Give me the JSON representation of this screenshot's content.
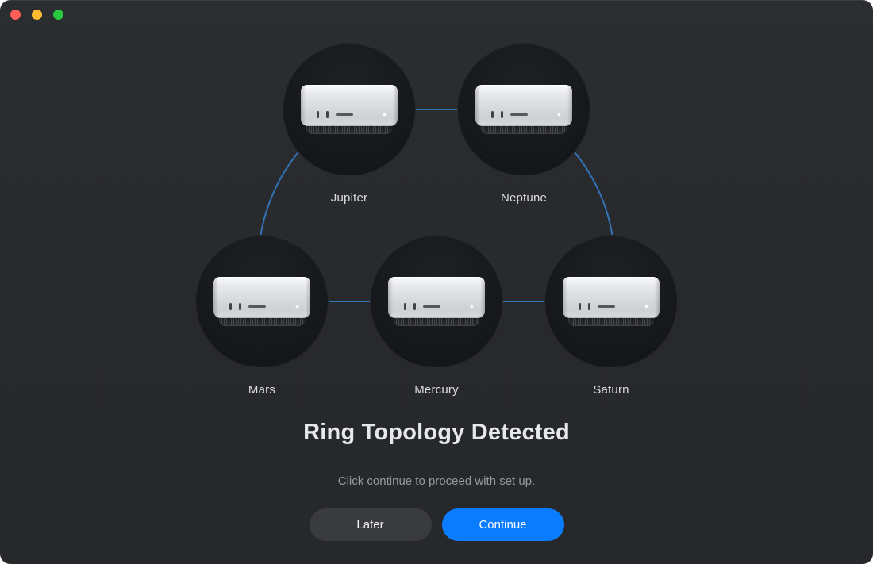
{
  "colors": {
    "accent": "#0a7cff",
    "link": "#3273b5",
    "later_bg": "#3a3b3d"
  },
  "window": {
    "traffic_lights": [
      "close",
      "minimize",
      "zoom"
    ]
  },
  "diagram": {
    "type": "ring-topology",
    "nodes": [
      {
        "label": "Jupiter",
        "device": "mac-studio"
      },
      {
        "label": "Neptune",
        "device": "mac-studio"
      },
      {
        "label": "Mars",
        "device": "mac-studio"
      },
      {
        "label": "Mercury",
        "device": "mac-studio"
      },
      {
        "label": "Saturn",
        "device": "mac-studio"
      }
    ],
    "connections": [
      [
        "Jupiter",
        "Neptune"
      ],
      [
        "Neptune",
        "Saturn"
      ],
      [
        "Saturn",
        "Mercury"
      ],
      [
        "Mercury",
        "Mars"
      ],
      [
        "Mars",
        "Jupiter"
      ]
    ]
  },
  "heading": {
    "title": "Ring Topology Detected",
    "subtitle": "Click continue to proceed with set up."
  },
  "actions": {
    "later": "Later",
    "continue": "Continue"
  }
}
